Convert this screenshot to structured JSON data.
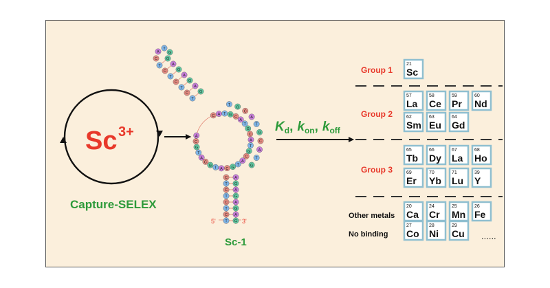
{
  "selex": {
    "ion_symbol": "Sc",
    "ion_charge": "3+",
    "method_label": "Capture-SELEX"
  },
  "aptamer": {
    "name": "Sc-1",
    "end_5": "5'",
    "end_3": "3'"
  },
  "kinetics": {
    "kd_main": "K",
    "kd_sub": "d",
    "kon_main": "k",
    "kon_sub": "on",
    "koff_main": "k",
    "koff_sub": "off",
    "sep": ","
  },
  "groups": [
    {
      "label": "Group 1",
      "rows": [
        [
          {
            "num": "21",
            "sym": "Sc"
          }
        ]
      ]
    },
    {
      "label": "Group 2",
      "rows": [
        [
          {
            "num": "57",
            "sym": "La"
          },
          {
            "num": "58",
            "sym": "Ce"
          },
          {
            "num": "59",
            "sym": "Pr"
          },
          {
            "num": "60",
            "sym": "Nd"
          }
        ],
        [
          {
            "num": "62",
            "sym": "Sm"
          },
          {
            "num": "63",
            "sym": "Eu"
          },
          {
            "num": "64",
            "sym": "Gd"
          }
        ]
      ]
    },
    {
      "label": "Group 3",
      "rows": [
        [
          {
            "num": "65",
            "sym": "Tb"
          },
          {
            "num": "66",
            "sym": "Dy"
          },
          {
            "num": "67",
            "sym": "La"
          },
          {
            "num": "68",
            "sym": "Ho"
          }
        ],
        [
          {
            "num": "69",
            "sym": "Er"
          },
          {
            "num": "70",
            "sym": "Yb"
          },
          {
            "num": "71",
            "sym": "Lu"
          },
          {
            "num": "39",
            "sym": "Y"
          }
        ]
      ]
    },
    {
      "label": "Other metals",
      "rows": [
        [
          {
            "num": "20",
            "sym": "Ca"
          },
          {
            "num": "24",
            "sym": "Cr"
          },
          {
            "num": "25",
            "sym": "Mn"
          },
          {
            "num": "26",
            "sym": "Fe"
          }
        ]
      ]
    },
    {
      "label": "No binding",
      "rows": [
        [
          {
            "num": "27",
            "sym": "Co"
          },
          {
            "num": "28",
            "sym": "Ni"
          },
          {
            "num": "29",
            "sym": "Cu"
          }
        ]
      ],
      "more": "......"
    }
  ],
  "colors": {
    "red": "#e8382a",
    "green": "#2d9a3a",
    "panel_bg": "#fbefdc",
    "tile_border": "#8fbfd0",
    "tile_fill": "#ffffff",
    "base_A": "#c77dd9",
    "base_C": "#e58a80",
    "base_G": "#5fc7a0",
    "base_T": "#7fb4e6"
  },
  "bases": [
    "A",
    "C",
    "G",
    "T"
  ]
}
